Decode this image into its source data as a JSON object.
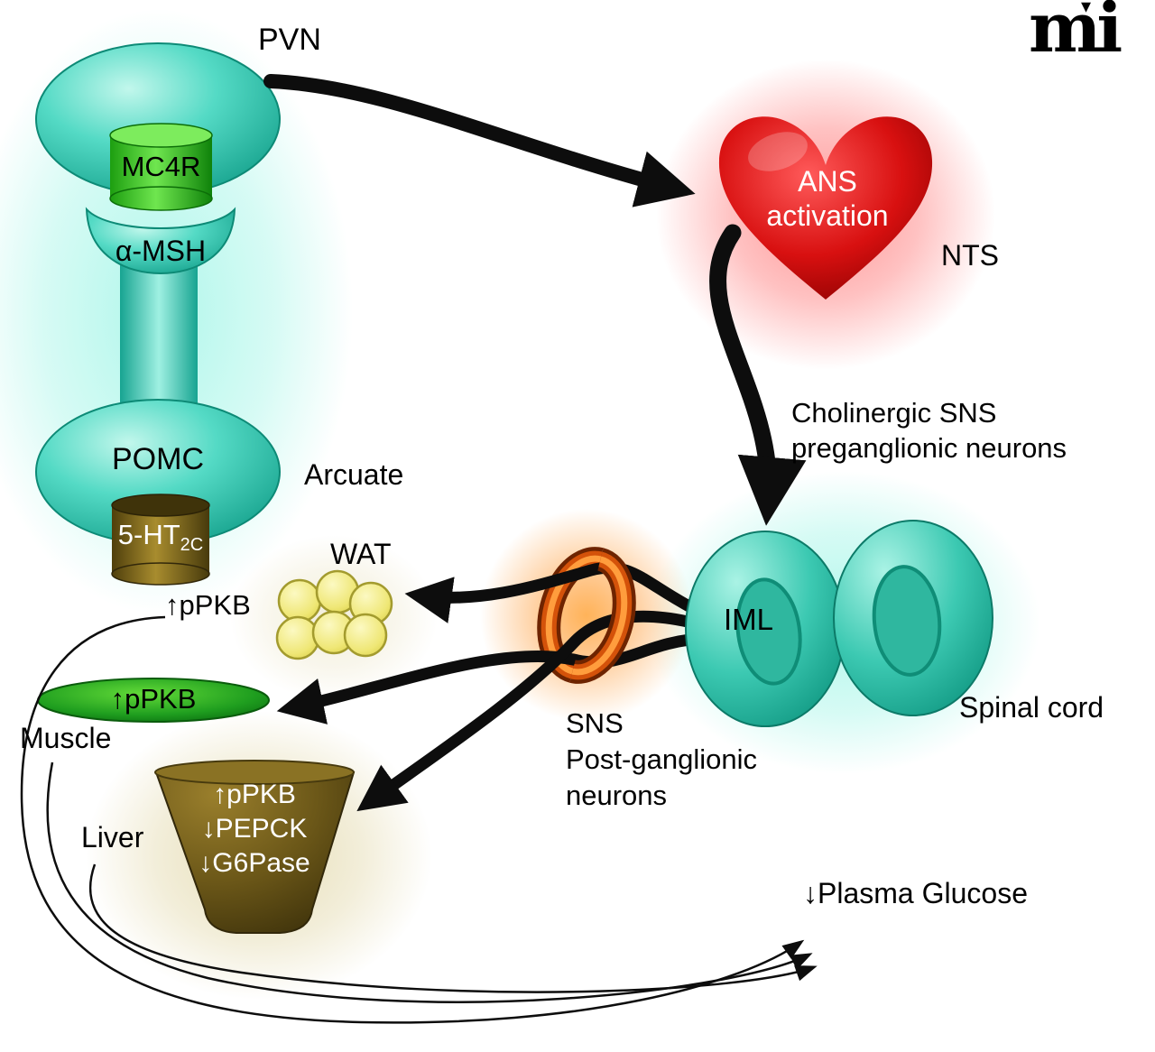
{
  "labels": {
    "pvn": "PVN",
    "mc4r": "MC4R",
    "alpha_msh": "α-MSH",
    "pomc": "POMC",
    "arcuate": "Arcuate",
    "five_ht": "5-HT",
    "five_ht_sub": "2C",
    "wat": "WAT",
    "wat_ppkb": "↑pPKB",
    "muscle_ppkb": "↑pPKB",
    "muscle": "Muscle",
    "liver": "Liver",
    "liver_ppkb": "↑pPKB",
    "liver_pepck": "↓PEPCK",
    "liver_g6pase": "↓G6Pase",
    "heart_line1": "ANS",
    "heart_line2": "activation",
    "nts": "NTS",
    "cholinergic_line1": "Cholinergic SNS",
    "cholinergic_line2": "preganglionic neurons",
    "iml": "IML",
    "spinal_cord": "Spinal cord",
    "sns_line1": "SNS",
    "sns_line2": "Post-ganglionic",
    "sns_line3": "neurons",
    "plasma_glucose": "↓Plasma Glucose",
    "logo": "mi",
    "logo_mark": "▾"
  },
  "colors": {
    "nucleus_teal": "#3ecfb8",
    "mc4r_green": "#35c41e",
    "serotonin_brown": "#8a7224",
    "heart_red": "#d01010",
    "ganglion_orange": "#e85d04",
    "wat_yellow": "#efe776",
    "muscle_green": "#1f9e1f",
    "liver_brown": "#6b5718",
    "arrow_black": "#0d0d0d",
    "background": "#ffffff"
  }
}
